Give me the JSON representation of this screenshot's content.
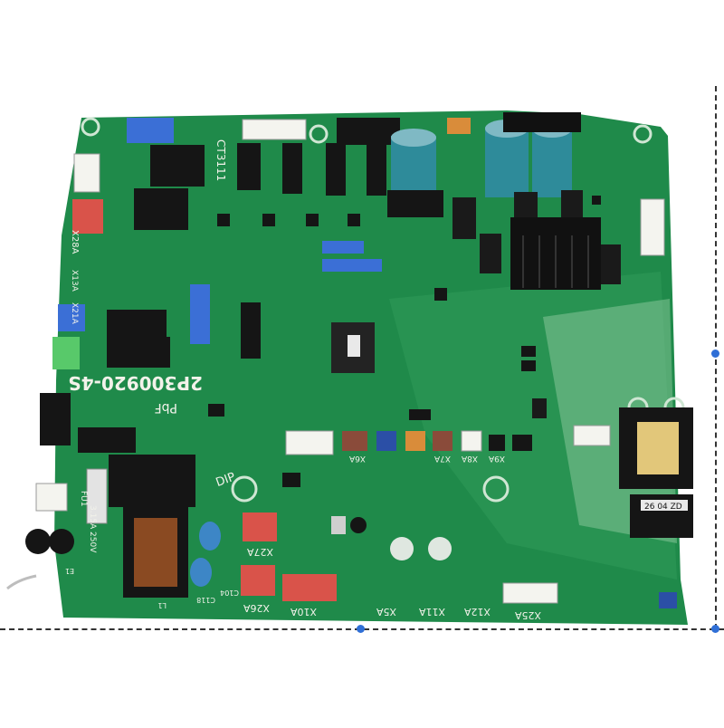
{
  "board": {
    "silkscreen": {
      "part_number": "2P300920-4S",
      "pbf": "PbF",
      "dip": "DIP",
      "ct_label": "CT3111",
      "x10a": "X10A",
      "x26a": "X26A",
      "x27a": "X27A",
      "x5a": "X5A",
      "x11a": "X11A",
      "x12a": "X12A",
      "x25a": "X25A",
      "x28a": "X28A",
      "x6a": "X6A",
      "x7a": "X7A",
      "x8a": "X8A",
      "x9a": "X9A",
      "x13a": "X13A",
      "x21a": "X21A",
      "fuse": "FU1",
      "fuse_rating": "3.15A 250V",
      "c118": "C118",
      "c104": "C104",
      "l1": "L1",
      "e1": "E1",
      "transformer": "26 04 ZD"
    },
    "colors": {
      "pcb": "#1f8a4a",
      "pcb_dark": "#176b39",
      "pcb_light": "#7fc293",
      "silk": "#f2f2ea",
      "black": "#151515",
      "capacitor": "#2e8b9a",
      "connector_white": "#f4f4ef",
      "connector_blue": "#3b6fd6",
      "connector_red": "#d9534a",
      "connector_green": "#58c96a",
      "connector_brown": "#8a4b3a",
      "connector_orange": "#d98c3a",
      "varistor_blue": "#3d86c6",
      "transformer_yellow": "#e2c77a"
    }
  }
}
